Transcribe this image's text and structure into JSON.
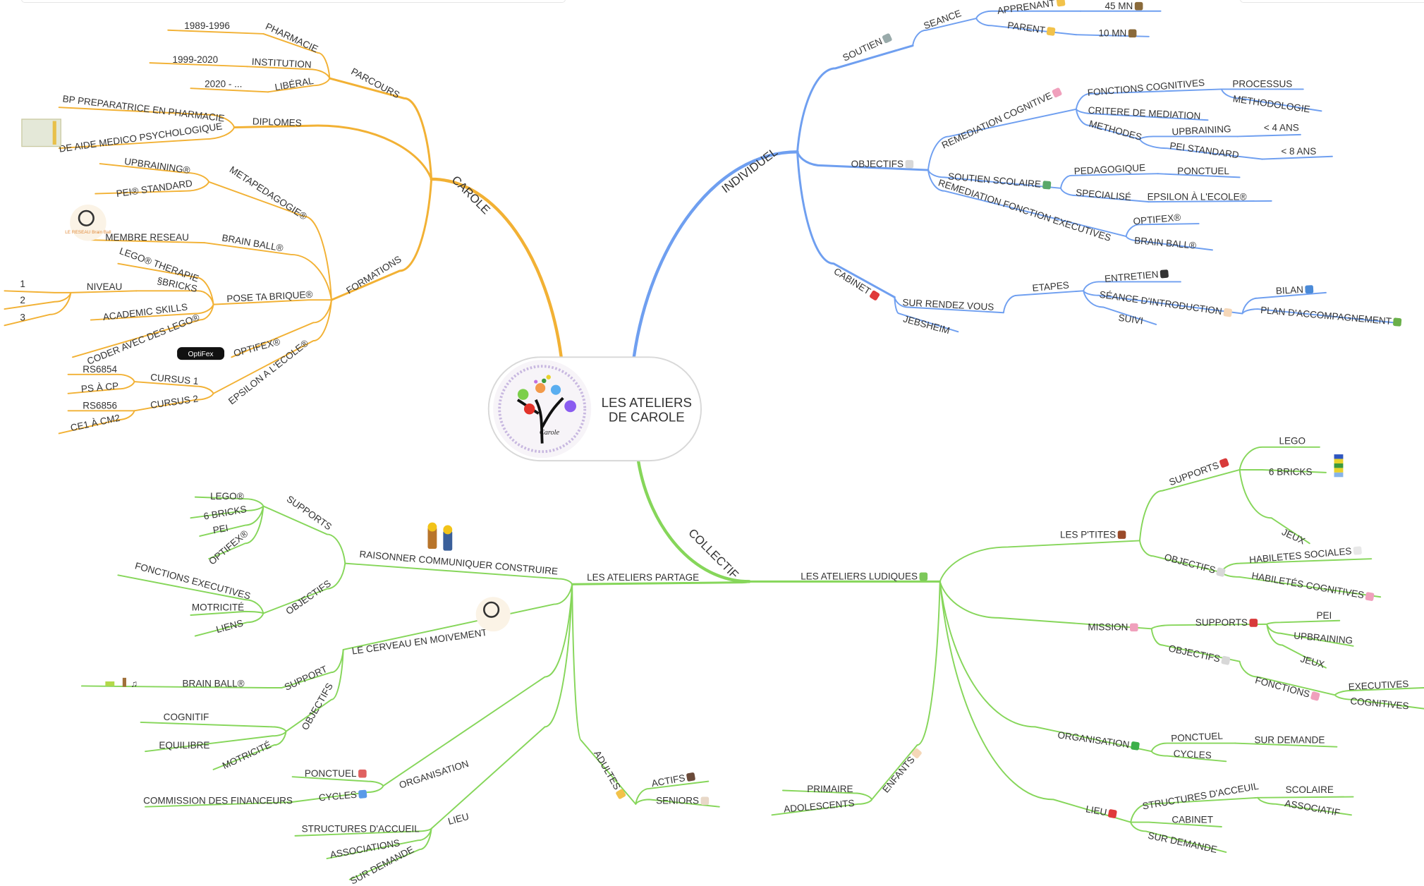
{
  "colors": {
    "carole": "#F2B134",
    "individuel": "#6F9FF0",
    "collectif": "#86D65A"
  },
  "center": {
    "title_line1": "LES ATELIERS",
    "title_line2": "DE CAROLE",
    "logo_text": "Carole Jacquot Jebsheim"
  },
  "images": {
    "optifex_logo_text": "OptiFex",
    "brainball_logo_text": "LE RESEAU Brain Ball"
  },
  "map": {
    "branches": [
      {
        "label": "CAROLE",
        "children": [
          {
            "label": "PARCOURS",
            "children": [
              {
                "label": "PHARMACIE",
                "children": [
                  {
                    "label": "1989-1996"
                  }
                ]
              },
              {
                "label": "INSTITUTION",
                "children": [
                  {
                    "label": "1999-2020"
                  }
                ]
              },
              {
                "label": "LIBÉRAL",
                "children": [
                  {
                    "label": "2020 - ..."
                  }
                ]
              }
            ]
          },
          {
            "label": "DIPLOMES",
            "children": [
              {
                "label": "BP PREPARATRICE EN PHARMACIE"
              },
              {
                "label": "DE AIDE MEDICO PSYCHOLOGIQUE"
              }
            ]
          },
          {
            "label": "FORMATIONS",
            "children": [
              {
                "label": "METAPEDAGOGIE®",
                "children": [
                  {
                    "label": "UPBRAINING®"
                  },
                  {
                    "label": "PEI® STANDARD"
                  }
                ]
              },
              {
                "label": "BRAIN BALL®",
                "children": [
                  {
                    "label": "MEMBRE RESEAU"
                  }
                ]
              },
              {
                "label": "POSE TA BRIQUE®",
                "children": [
                  {
                    "label": "LEGO® THERAPIE"
                  },
                  {
                    "label": "§BRICKS",
                    "children": [
                      {
                        "label": "NIVEAU",
                        "children": [
                          {
                            "label": "1"
                          },
                          {
                            "label": "2"
                          },
                          {
                            "label": "3"
                          }
                        ]
                      }
                    ]
                  },
                  {
                    "label": "ACADEMIC SKILLS"
                  },
                  {
                    "label": "CODER AVEC DES LEGO®"
                  }
                ]
              },
              {
                "label": "OPTIFEX®"
              },
              {
                "label": "EPSILON A L'ECOLE®",
                "children": [
                  {
                    "label": "CURSUS 1",
                    "children": [
                      {
                        "label": "RS6854"
                      },
                      {
                        "label": "PS À CP"
                      }
                    ]
                  },
                  {
                    "label": "CURSUS 2",
                    "children": [
                      {
                        "label": "RS6856"
                      },
                      {
                        "label": "CE1 À CM2"
                      }
                    ]
                  }
                ]
              }
            ]
          }
        ]
      },
      {
        "label": "INDIVIDUEL",
        "children": [
          {
            "label": "SOUTIEN",
            "icon": "link",
            "children": [
              {
                "label": "SEANCE",
                "children": [
                  {
                    "label": "APPRENANT",
                    "icon": "children-faces",
                    "children": [
                      {
                        "label": "45 MN",
                        "icon": "hourglass"
                      }
                    ]
                  },
                  {
                    "label": "PARENT",
                    "icon": "family-faces",
                    "children": [
                      {
                        "label": "10 MN",
                        "icon": "hourglass"
                      }
                    ]
                  }
                ]
              }
            ]
          },
          {
            "label": "OBJECTIFS",
            "icon": "clipboard",
            "children": [
              {
                "label": "REMEDIATION COGNITIVE",
                "icon": "brain",
                "children": [
                  {
                    "label": "FONCTIONS COGNITIVES",
                    "children": [
                      {
                        "label": "PROCESSUS"
                      },
                      {
                        "label": "METHODOLOGIE"
                      }
                    ]
                  },
                  {
                    "label": "CRITERE DE MEDIATION"
                  },
                  {
                    "label": "METHODES",
                    "children": [
                      {
                        "label": "UPBRAINING",
                        "children": [
                          {
                            "label": "< 4 ANS"
                          }
                        ]
                      },
                      {
                        "label": "PEI STANDARD",
                        "children": [
                          {
                            "label": "< 8 ANS"
                          }
                        ]
                      }
                    ]
                  }
                ]
              },
              {
                "label": "SOUTIEN SCOLAIRE",
                "icon": "books",
                "children": [
                  {
                    "label": "PEDAGOGIQUE",
                    "children": [
                      {
                        "label": "PONCTUEL"
                      }
                    ]
                  },
                  {
                    "label": "SPECIALISÉ",
                    "children": [
                      {
                        "label": "EPSILON À L'ECOLE®"
                      }
                    ]
                  }
                ]
              },
              {
                "label": "REMEDIATION FONCTION EXECUTIVES",
                "children": [
                  {
                    "label": "OPTIFEX®"
                  },
                  {
                    "label": "BRAIN BALL®"
                  }
                ]
              }
            ]
          },
          {
            "label": "CABINET",
            "icon": "pin",
            "children": [
              {
                "label": "SUR RENDEZ VOUS",
                "children": [
                  {
                    "label": "ETAPES",
                    "children": [
                      {
                        "label": "ENTRETIEN",
                        "icon": "phone"
                      },
                      {
                        "label": "SÉANCE D'INTRODUCTION",
                        "icon": "pointing-hand",
                        "children": [
                          {
                            "label": "BILAN",
                            "icon": "bar-chart"
                          },
                          {
                            "label": "PLAN D'ACCOMPAGNEMENT",
                            "icon": "plant"
                          }
                        ]
                      },
                      {
                        "label": "SUIVI"
                      }
                    ]
                  }
                ]
              },
              {
                "label": "JEBSHEIM"
              }
            ]
          }
        ]
      },
      {
        "label": "COLLECTIF",
        "children": [
          {
            "label": "LES ATELIERS PARTAGE",
            "children": [
              {
                "label": "RAISONNER COMMUNIQUER CONSTRUIRE",
                "children": [
                  {
                    "label": "SUPPORTS",
                    "children": [
                      {
                        "label": "LEGO®"
                      },
                      {
                        "label": "6 BRICKS"
                      },
                      {
                        "label": "PEI"
                      },
                      {
                        "label": "OPTIFEX®"
                      }
                    ]
                  },
                  {
                    "label": "OBJECTIFS",
                    "children": [
                      {
                        "label": "FONCTIONS EXECUTIVES"
                      },
                      {
                        "label": "MOTRICITÉ"
                      },
                      {
                        "label": "LIENS"
                      }
                    ]
                  }
                ]
              },
              {
                "label": "LE CERVEAU EN MOIVEMENT",
                "children": [
                  {
                    "label": "SUPPORT",
                    "children": [
                      {
                        "label": "BRAIN BALL®"
                      }
                    ]
                  },
                  {
                    "label": "OBJECTIFS",
                    "children": [
                      {
                        "label": "COGNITIF"
                      },
                      {
                        "label": "EQUILIBRE"
                      },
                      {
                        "label": "MOTRICITÉ"
                      }
                    ]
                  }
                ]
              },
              {
                "label": "ORGANISATION",
                "children": [
                  {
                    "label": "PONCTUEL",
                    "icon": "calendar"
                  },
                  {
                    "label": "CYCLES",
                    "icon": "cycle-arrows",
                    "children": [
                      {
                        "label": "COMMISSION DES FINANCEURS"
                      }
                    ]
                  }
                ]
              },
              {
                "label": "LIEU",
                "children": [
                  {
                    "label": "STRUCTURES D'ACCUEIL"
                  },
                  {
                    "label": "ASSOCIATIONS"
                  },
                  {
                    "label": "SUR DEMANDE"
                  }
                ]
              },
              {
                "label": "ADULTES",
                "icon": "adult",
                "children": [
                  {
                    "label": "ACTIFS",
                    "icon": "briefcase"
                  },
                  {
                    "label": "SENIORS",
                    "icon": "elder"
                  }
                ]
              }
            ]
          },
          {
            "label": "LES ATELIERS LUDIQUES",
            "icon": "puzzle",
            "children": [
              {
                "label": "LES P'TITES",
                "icon": "brick",
                "children": [
                  {
                    "label": "SUPPORTS",
                    "icon": "toolbox",
                    "children": [
                      {
                        "label": "LEGO"
                      },
                      {
                        "label": "6 BRICKS"
                      },
                      {
                        "label": "JEUX"
                      }
                    ]
                  },
                  {
                    "label": "OBJECTIFS",
                    "icon": "clipboard",
                    "children": [
                      {
                        "label": "HABILETES SOCIALES",
                        "icon": "speech-bubble"
                      },
                      {
                        "label": "HABILETÉS COGNITIVES",
                        "icon": "brain"
                      }
                    ]
                  }
                ]
              },
              {
                "label": "MISSION",
                "icon": "brain",
                "children": [
                  {
                    "label": "SUPPORTS",
                    "icon": "toolbox",
                    "children": [
                      {
                        "label": "PEI"
                      },
                      {
                        "label": "UPBRAINING"
                      },
                      {
                        "label": "JEUX"
                      }
                    ]
                  },
                  {
                    "label": "OBJECTIFS",
                    "icon": "clipboard",
                    "children": [
                      {
                        "label": "FONCTIONS",
                        "icon": "brain",
                        "children": [
                          {
                            "label": "EXECUTIVES"
                          },
                          {
                            "label": "COGNITIVES"
                          }
                        ]
                      }
                    ]
                  }
                ]
              },
              {
                "label": "ORGANISATION",
                "icon": "check",
                "children": [
                  {
                    "label": "PONCTUEL",
                    "children": [
                      {
                        "label": "SUR DEMANDE"
                      }
                    ]
                  },
                  {
                    "label": "CYCLES"
                  }
                ]
              },
              {
                "label": "LIEU",
                "icon": "pin",
                "children": [
                  {
                    "label": "STRUCTURES D'ACCEUIL",
                    "children": [
                      {
                        "label": "SCOLAIRE"
                      },
                      {
                        "label": "ASSOCIATIF"
                      }
                    ]
                  },
                  {
                    "label": "CABINET"
                  },
                  {
                    "label": "SUR DEMANDE"
                  }
                ]
              },
              {
                "label": "ENFANTS",
                "icon": "child",
                "children": [
                  {
                    "label": "PRIMAIRE"
                  },
                  {
                    "label": "ADOLESCENTS"
                  }
                ]
              }
            ]
          }
        ]
      }
    ]
  }
}
